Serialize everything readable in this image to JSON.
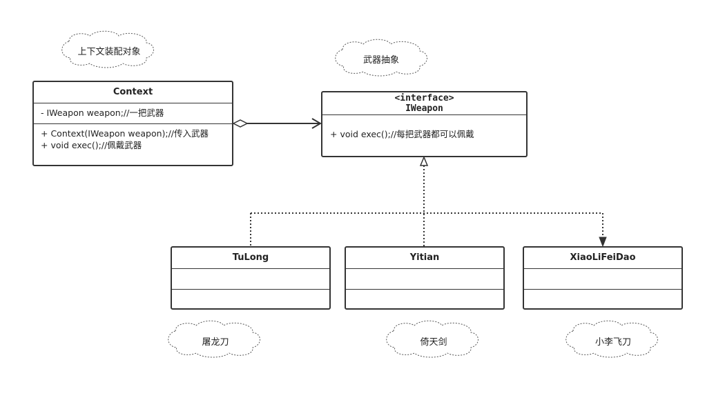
{
  "notes": {
    "context": "上下文装配对象",
    "weapon": "武器抽象",
    "tulong": "屠龙刀",
    "yitian": "倚天剑",
    "xiaoli": "小李飞刀"
  },
  "context_class": {
    "name": "Context",
    "attributes": [
      "- IWeapon weapon;//一把武器"
    ],
    "operations": [
      "+ Context(IWeapon weapon);//传入武器",
      "+ void exec();//佩戴武器"
    ]
  },
  "iweapon_class": {
    "stereotype": "<interface>",
    "name": "IWeapon",
    "operations": [
      "+ void exec();//每把武器都可以佩戴"
    ]
  },
  "tulong_class": {
    "name": "TuLong"
  },
  "yitian_class": {
    "name": "Yitian"
  },
  "xiaoli_class": {
    "name": "XiaoLiFeiDao"
  },
  "colors": {
    "stroke": "#333333",
    "cloud_stroke": "#555555"
  }
}
